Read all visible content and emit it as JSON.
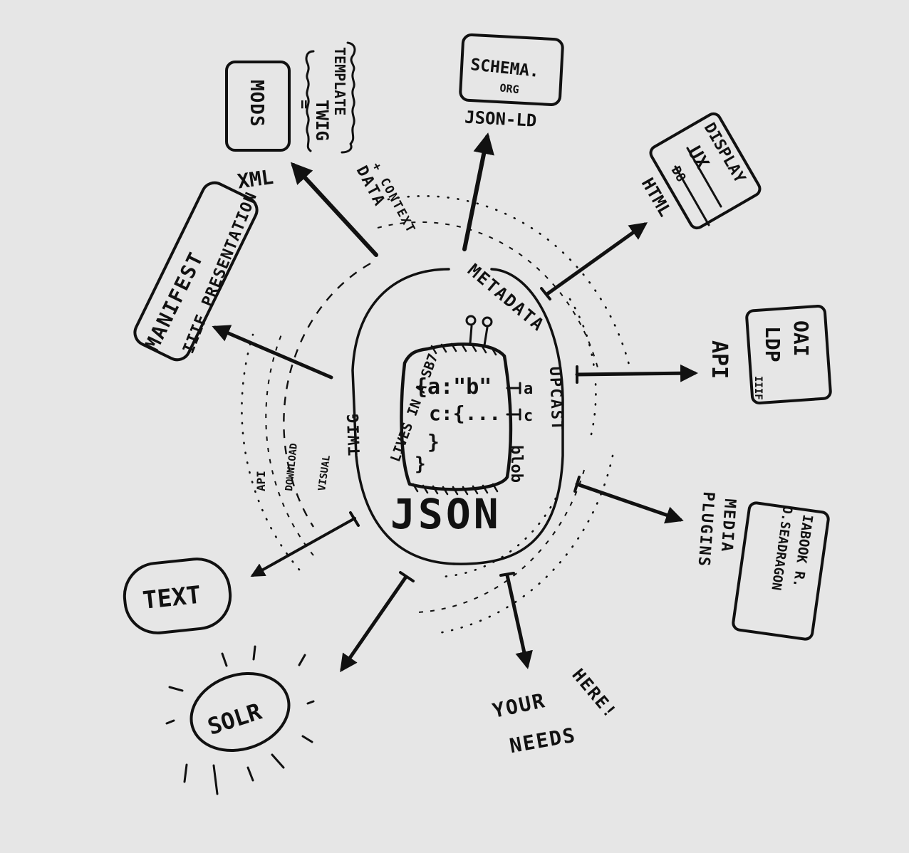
{
  "center": {
    "json_label": "JSON",
    "lives_in": "LIVES IN A SB7",
    "code_line1": "{a:\"b\"",
    "code_line2": "c:{...",
    "code_line3": "}",
    "code_line4": "}",
    "side_a": "a",
    "side_c": "c",
    "blob": "blob",
    "metadata": "METADATA",
    "upcast": "UPCAST",
    "twig": "TWIG"
  },
  "rings": {
    "api": "API",
    "download": "DOWNLOAD",
    "visual": "VISUAL"
  },
  "nodes": {
    "mods": {
      "box": "MODS",
      "eq": "=",
      "twig": "TWIG",
      "template": "TEMPLATE",
      "xml": "XML",
      "data": "DATA",
      "context": "+ CONTEXT"
    },
    "schema": {
      "line1": "SCHEMA.",
      "line2": "ORG",
      "label": "JSON-LD"
    },
    "display": {
      "line1": "DISPLAY",
      "line2": "UX",
      "line3": "D8",
      "label": "HTML"
    },
    "oai": {
      "line1": "OAI",
      "line2": "LDP",
      "line3": "IIIF",
      "label": "API"
    },
    "media": {
      "line1": "IABOOK R.",
      "line2": "O.SEADRAGON",
      "label1": "MEDIA",
      "label2": "PLUGINS"
    },
    "manifest": {
      "box": "MANIFEST",
      "label": "IIIF PRESENTATION"
    },
    "text": {
      "box": "TEXT"
    },
    "solr": {
      "box": "SOLR"
    },
    "needs": {
      "line1": "YOUR",
      "line2": "NEEDS",
      "line3": "HERE!"
    }
  }
}
